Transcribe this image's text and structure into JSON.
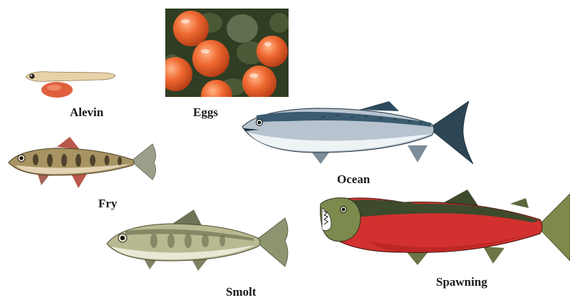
{
  "stages": {
    "eggs": {
      "label": "Eggs"
    },
    "alevin": {
      "label": "Alevin"
    },
    "fry": {
      "label": "Fry"
    },
    "smolt": {
      "label": "Smolt"
    },
    "ocean": {
      "label": "Ocean"
    },
    "spawning": {
      "label": "Spawning"
    }
  }
}
